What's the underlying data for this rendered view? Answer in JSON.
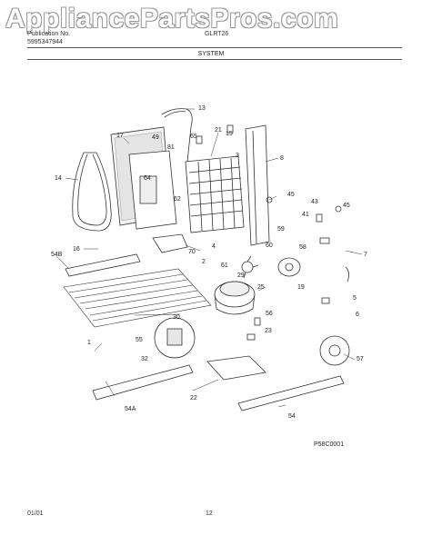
{
  "watermark": "AppliancePartsPros.com",
  "header": {
    "publication_label": "Publication No.",
    "publication_number": "5995347944",
    "model": "GLRT26",
    "section": "SYSTEM"
  },
  "callouts": [
    "13",
    "17",
    "21",
    "15",
    "65",
    "49",
    "81",
    "3",
    "8",
    "14",
    "64",
    "62",
    "45",
    "43",
    "41",
    "45",
    "16",
    "70",
    "4",
    "2",
    "54B",
    "60",
    "61",
    "59",
    "58",
    "7",
    "29",
    "25",
    "19",
    "5",
    "6",
    "30",
    "56",
    "23",
    "55",
    "32",
    "1",
    "57",
    "22",
    "54A",
    "54"
  ],
  "figure_code": "P58C0001",
  "footer": {
    "date": "01/01",
    "page": "12"
  }
}
